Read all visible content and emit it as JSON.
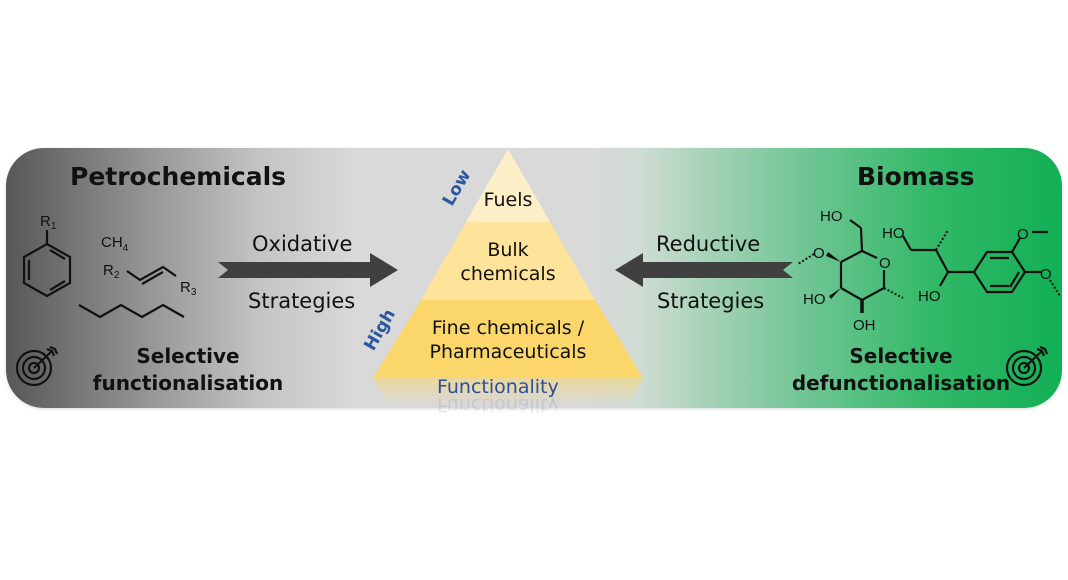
{
  "left_section": {
    "title": "Petrochemicals",
    "molecules": {
      "arene_substituent": "R",
      "arene_subscript": "1",
      "methane": "CH",
      "methane_subscript": "4",
      "alkene_left": "R",
      "alkene_left_subscript": "2",
      "alkene_right": "R",
      "alkene_right_subscript": "3"
    },
    "goal_line1": "Selective",
    "goal_line2": "functionalisation",
    "goal_icon": "target-icon"
  },
  "oxidative_arrow": {
    "line1": "Oxidative",
    "line2": "Strategies",
    "direction": "right"
  },
  "pyramid": {
    "tiers": [
      {
        "line1": "Fuels",
        "line2": "",
        "color": "#fdefc7"
      },
      {
        "line1": "Bulk",
        "line2": "chemicals",
        "color": "#fde49a"
      },
      {
        "line1": "Fine chemicals /",
        "line2": "Pharmaceuticals",
        "color": "#fbd66b"
      }
    ],
    "axis_low": "Low",
    "axis_high": "High",
    "axis_title": "Functionality",
    "axis_color": "#2b56a0"
  },
  "reductive_arrow": {
    "line1": "Reductive",
    "line2": "Strategies",
    "direction": "left"
  },
  "right_section": {
    "title": "Biomass",
    "molecules": {
      "ho": "HO",
      "oh": "OH",
      "o": "O"
    },
    "goal_line1": "Selective",
    "goal_line2": "defunctionalisation",
    "goal_icon": "target-icon"
  },
  "colors": {
    "petro_dark": "#575757",
    "neutral_gray": "#d9d9d9",
    "biomass_green": "#12af55",
    "arrow": "#404040"
  }
}
